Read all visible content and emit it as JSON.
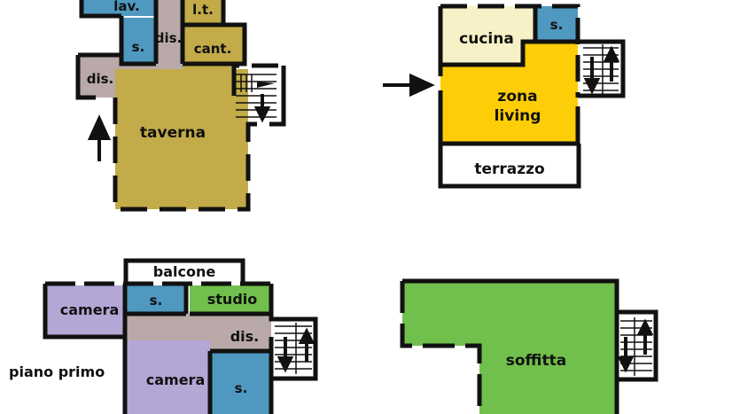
{
  "colors": {
    "taverna": "#c2ab48",
    "utility": "#c2ab48",
    "service": "#b9aaa9",
    "bath": "#4f98c0",
    "cucina": "#f7f1c7",
    "living": "#fdcd07",
    "terrazzo": "#ffffff",
    "camera": "#b4a7d6",
    "studio": "#71bf4c",
    "soffitta": "#71bf4c",
    "wall": "#111111"
  },
  "floors": {
    "taverna_floor": {
      "rooms": {
        "lav": "lav.",
        "s": "s.",
        "dis_top": "dis.",
        "lt": "l.t.",
        "cant": "cant.",
        "dis_left": "dis.",
        "taverna": "taverna"
      }
    },
    "ground_floor": {
      "rooms": {
        "cucina": "cucina",
        "s": "s.",
        "zona_line1": "zona",
        "zona_line2": "living",
        "terrazzo": "terrazzo"
      }
    },
    "first_floor": {
      "title": "piano primo",
      "rooms": {
        "balcone": "balcone",
        "camera_left": "camera",
        "s_top": "s.",
        "studio": "studio",
        "dis": "dis.",
        "camera_bottom": "camera",
        "s_bottom": "s."
      }
    },
    "attic_floor": {
      "rooms": {
        "soffitta": "soffitta"
      }
    }
  }
}
